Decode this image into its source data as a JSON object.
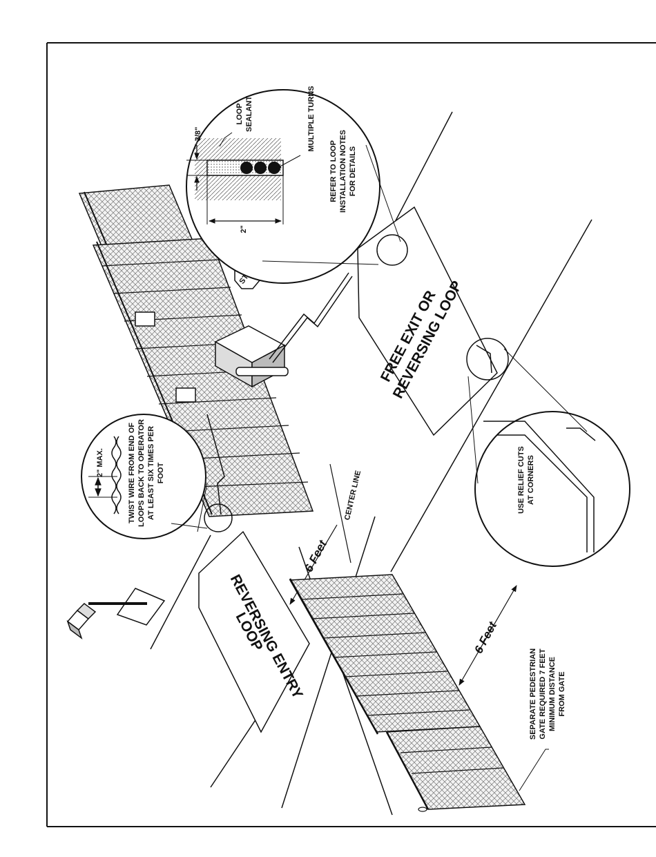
{
  "labels": {
    "loop_sealant_1": "LOOP",
    "loop_sealant_2": "SEALANT",
    "multiple_turns": "MULTIPLE TURNS",
    "dim_3_8": "3/8\"",
    "dim_2": "2\"",
    "refer_1": "REFER TO LOOP",
    "refer_2": "INSTALLATION NOTES",
    "refer_3": "FOR DETAILS",
    "stop": "STOP",
    "free_exit_1": "FREE EXIT OR",
    "free_exit_2": "REVERSING LOOP",
    "relief_1": "USE RELIEF CUTS",
    "relief_2": "AT CORNERS",
    "twist_max": "2\" MAX.",
    "twist_1": "TWIST WIRE FROM END OF",
    "twist_2": "LOOPS BACK TO OPERATOR",
    "twist_3": "AT LEAST SIX TIMES PER",
    "twist_4": "FOOT",
    "center_line": "CENTER LINE",
    "six_feet_top": "6 Feet",
    "six_feet_bottom": "6 Feet",
    "entry_1": "REVERSING ENTRY",
    "entry_2": "LOOP",
    "ped_1": "SEPARATE PEDESTRIAN",
    "ped_2": "GATE REQUIRED 7 FEET",
    "ped_3": "MINIMUM DISTANCE",
    "ped_4": "FROM GATE"
  }
}
